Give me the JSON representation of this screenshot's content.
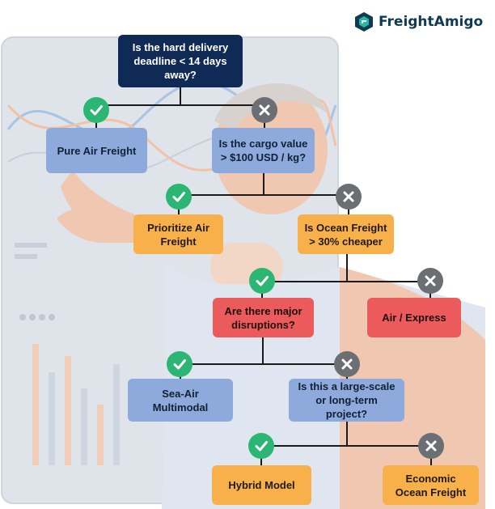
{
  "brand": {
    "name": "FreightAmigo"
  },
  "nodes": {
    "q1": "Is the hard delivery deadline < 14 days away?",
    "air": "Pure Air Freight",
    "q2": "Is the cargo value > $100 USD / kg?",
    "prioritize": "Prioritize Air Freight",
    "q3": "Is Ocean Freight > 30% cheaper",
    "q4": "Are there major disruptions?",
    "express": "Air / Express",
    "seaair": "Sea-Air Multimodal",
    "q5": "Is this a large-scale or long-term project?",
    "hybrid": "Hybrid Model",
    "ocean": "Economic Ocean Freight"
  },
  "colors": {
    "navy": "#0f2a55",
    "blue": "#8eaadc",
    "orange": "#f8b04a",
    "red": "#ec5b5b",
    "yes": "#2bb673",
    "no": "#6b6e72"
  }
}
